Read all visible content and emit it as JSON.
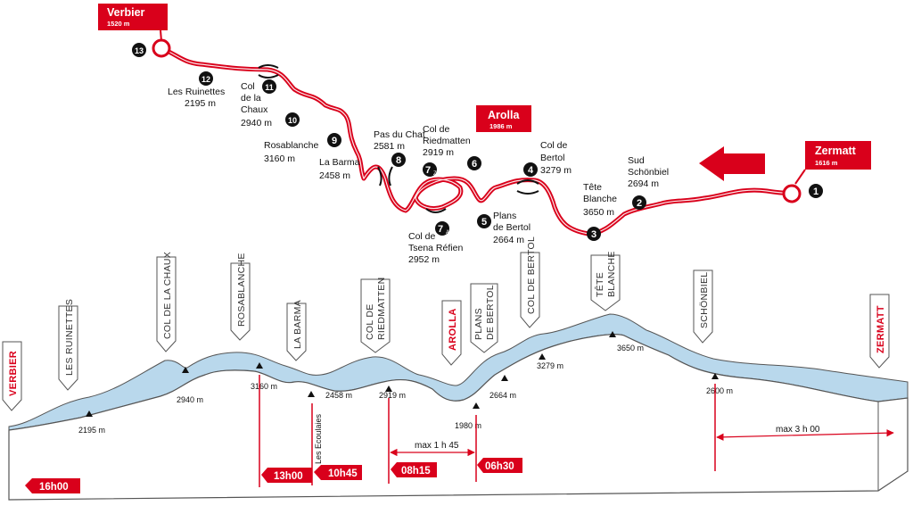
{
  "colors": {
    "route": "#d9001b",
    "snow": "#b9d8ec",
    "outline": "#555555",
    "dark": "#111111"
  },
  "towns": {
    "verbier": {
      "name": "Verbier",
      "altitude": "1520 m"
    },
    "arolla": {
      "name": "Arolla",
      "altitude": "1986 m"
    },
    "zermatt": {
      "name": "Zermatt",
      "altitude": "1616 m"
    }
  },
  "map_labels": {
    "ruinettes": "Les Ruinettes",
    "ruinettes_alt": "2195 m",
    "col_chaux_1": "Col",
    "col_chaux_2": "de la",
    "col_chaux_3": "Chaux",
    "col_chaux_alt": "2940 m",
    "rosablanche": "Rosablanche",
    "rosablanche_alt": "3160 m",
    "barma": "La Barma",
    "barma_alt": "2458 m",
    "pas_chat": "Pas du Chat",
    "pas_chat_alt": "2581 m",
    "riedmatten_1": "Col de",
    "riedmatten_2": "Riedmatten",
    "riedmatten_alt": "2919 m",
    "tsena_1": "Col de",
    "tsena_2": "Tsena Réfien",
    "tsena_alt": "2952 m",
    "plans_1": "Plans",
    "plans_2": "de Bertol",
    "plans_alt": "2664 m",
    "bertol_1": "Col de",
    "bertol_2": "Bertol",
    "bertol_alt": "3279 m",
    "tete_1": "Tête",
    "tete_2": "Blanche",
    "tete_alt": "3650 m",
    "sud_1": "Sud",
    "sud_2": "Schönbiel",
    "sud_alt": "2694 m"
  },
  "stage_numbers": [
    "1",
    "2",
    "3",
    "4",
    "5",
    "6",
    "7",
    "7",
    "8",
    "9",
    "10",
    "11",
    "12",
    "13"
  ],
  "stage_suffix": {
    "a": "A",
    "z": "Z"
  },
  "profile_flags": {
    "verbier": "VERBIER",
    "ruinettes": "LES RUINETTES",
    "col_chaux": "COL DE LA CHAUX",
    "rosablanche": "ROSABLANCHE",
    "barma": "LA BARMA",
    "riedmatten_1": "COL DE",
    "riedmatten_2": "RIEDMATTEN",
    "arolla": "AROLLA",
    "plans_1": "PLANS",
    "plans_2": "DE BERTOL",
    "bertol": "COL DE BERTOL",
    "tete_1": "TÊTE",
    "tete_2": "BLANCHE",
    "schonbiel": "SCHÖNBIEL",
    "zermatt": "ZERMATT"
  },
  "profile_altitudes": {
    "ruinettes": "2195 m",
    "chaux": "2940 m",
    "rosablanche": "3160 m",
    "barma": "2458 m",
    "riedmatten": "2919 m",
    "arolla": "1980 m",
    "plans": "2664 m",
    "bertol": "3279 m",
    "tete": "3650 m",
    "schonbiel": "2600 m"
  },
  "ecoulaies": "Les Ecoulaies",
  "durations": {
    "d1": "max 1 h 45",
    "d2": "max 3 h 00"
  },
  "times": {
    "t1": "16h00",
    "t2": "13h00",
    "t3": "10h45",
    "t4": "08h15",
    "t5": "06h30"
  }
}
